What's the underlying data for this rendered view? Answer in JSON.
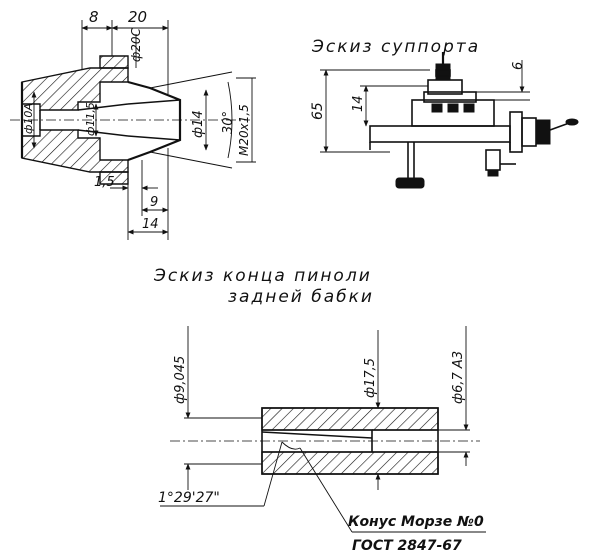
{
  "labels": {
    "support_sketch_title": "Эскиз суппорта",
    "tailstock_sketch_title_line1": "Эскиз конца пиноли",
    "tailstock_sketch_title_line2": "задней бабки",
    "morse_note_line1": "Конус Морзе №0",
    "morse_note_line2": "ГОСТ 2847-67"
  },
  "dimensions": {
    "collet": {
      "top_8": "8",
      "top_20": "20",
      "dia_20c": "ф20С",
      "dia_10a": "ф10А",
      "dia_11_5": "ф11,5",
      "dia_14": "ф14",
      "angle_30": "30°",
      "thread": "M20x1,5",
      "bottom_1_5": "1,5",
      "bottom_9": "9",
      "bottom_14": "14"
    },
    "support": {
      "dim_65": "65",
      "dim_14": "14",
      "dim_6": "6"
    },
    "quill": {
      "dia_9_045": "ф9,045",
      "dia_17_5": "ф17,5",
      "dia_6_7": "ф6,7 А3",
      "taper_angle": "1°29'27\""
    }
  }
}
